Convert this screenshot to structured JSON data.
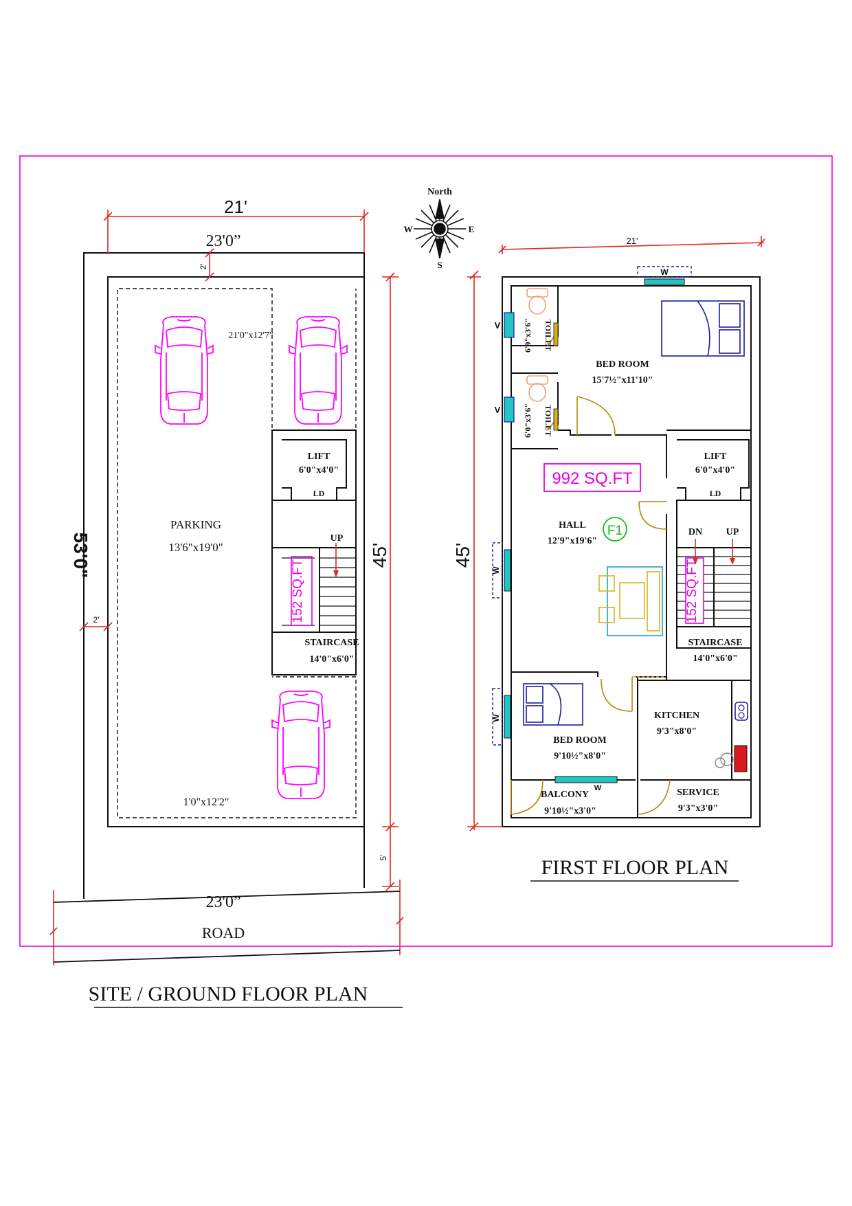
{
  "colors": {
    "border": "#e600e6",
    "wall": "#111111",
    "dimension": "#e0261f",
    "car": "#ff00ff",
    "area_label": "#e600e6",
    "bed": "#1c1c9c",
    "sofa": "#d7b21f",
    "window": "#22c4c4",
    "door": "#b8860b",
    "toilet": "#f0a07a",
    "kitchen_red": "#d71920",
    "floor_tag": "#10c010"
  },
  "compass": {
    "north": "North",
    "south": "S",
    "east": "E",
    "west": "W"
  },
  "ground": {
    "title": "SITE / GROUND FLOOR PLAN",
    "dims": {
      "width_21": "21'",
      "width_23": "23'0”",
      "setback_top": "2'",
      "setback_left": "2'",
      "depth_53": "53'0\"",
      "depth_45": "45'",
      "setback_bottom": "5'",
      "road_width": "23'0”"
    },
    "road_label": "ROAD",
    "parking_size_top": "21'0\"x12'7\"",
    "parking_size_bottom": "1'0\"x12'2\"",
    "parking_label": "PARKING",
    "parking_size": "13'6\"x19'0\"",
    "lift_label": "LIFT",
    "lift_size": "6'0\"x4'0\"",
    "ld_label": "LD",
    "up_label": "UP",
    "stair_area": "152 SQ.FT",
    "staircase_label": "STAIRCASE",
    "staircase_size": "14'0\"x6'0\""
  },
  "first": {
    "title": "FIRST FLOOR PLAN",
    "width_dim": "21'",
    "depth_dim": "45'",
    "window_mark": "W",
    "vent_mark": "V",
    "toilet_label": "TOILET",
    "toilet1_size": "6'9\"x3'6\"",
    "toilet2_size": "6'0\"x3'6\"",
    "bedroom1_label": "BED ROOM",
    "bedroom1_size": "15'7½\"x11'10\"",
    "area": "992 SQ.FT",
    "floor_tag": "F1",
    "hall_label": "HALL",
    "hall_size": "12'9\"x19'6\"",
    "lift_label": "LIFT",
    "lift_size": "6'0\"x4'0\"",
    "ld_label": "LD",
    "dn_label": "DN",
    "up_label": "UP",
    "stair_area": "152 SQ.FT",
    "staircase_label": "STAIRCASE",
    "staircase_size": "14'0\"x6'0\"",
    "bedroom2_label": "BED ROOM",
    "bedroom2_size": "9'10½\"x8'0\"",
    "kitchen_label": "KITCHEN",
    "kitchen_size": "9'3\"x8'0\"",
    "balcony_label": "BALCONY",
    "balcony_size": "9'10½\"x3'0\"",
    "service_label": "SERVICE",
    "service_size": "9'3\"x3'0\""
  }
}
